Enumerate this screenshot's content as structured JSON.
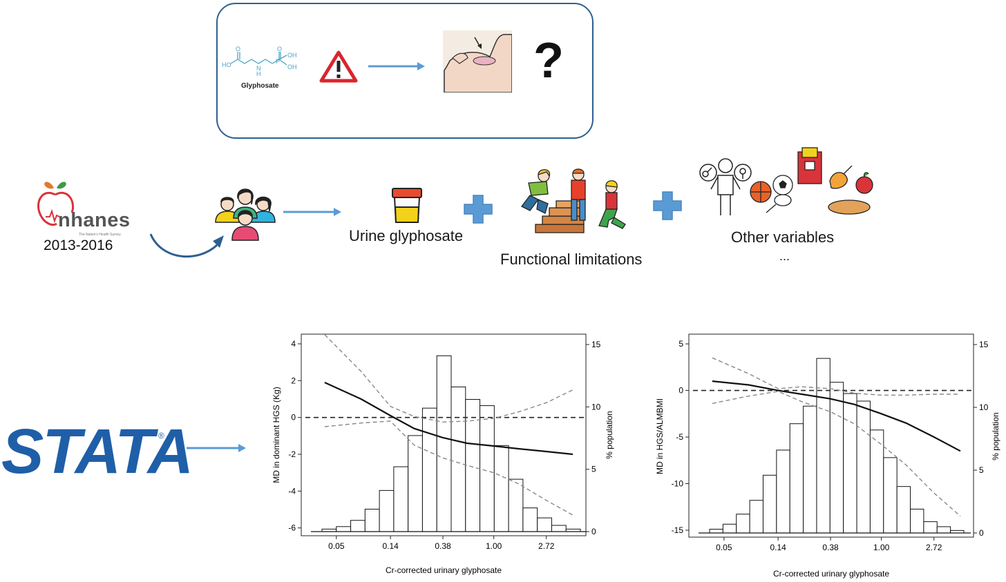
{
  "research_question": {
    "compound_label": "Glyphosate",
    "question_mark": "?"
  },
  "data_source": {
    "logo_text": "nhanes",
    "logo_subtitle": "The Nation's Health Survey",
    "years": "2013-2016"
  },
  "measures": {
    "urine_label": "Urine glyphosate",
    "functional_label": "Functional limitations",
    "other_label": "Other variables",
    "ellipsis": "..."
  },
  "software": {
    "logo_text": "STATA",
    "registered": "®"
  },
  "colors": {
    "arrow_blue": "#5b9bd5",
    "plus_blue": "#5b9bd5",
    "stata_blue": "#1f5fa8",
    "box_border": "#2f5f8f",
    "nhanes_red": "#d9343a",
    "nhanes_gray": "#555555",
    "warning_red": "#d9262c"
  },
  "icons": [
    "glyphosate-molecule-icon",
    "warning-triangle-icon",
    "arm-muscle-icon",
    "people-group-icon",
    "urine-cup-icon",
    "plus-icon",
    "stairs-people-icon",
    "other-variables-icon",
    "curved-arrow-icon",
    "right-arrow-icon"
  ],
  "chart_data": [
    {
      "type": "bar",
      "xlabel": "Cr-corrected urinary glyphosate",
      "ylabel": "MD in dominant HGS (Kg)",
      "y2label": "% population",
      "x_ticks": [
        "0.05",
        "0.14",
        "0.38",
        "1.00",
        "2.72"
      ],
      "y_ticks": [
        4,
        2,
        0,
        -2,
        -4,
        -6
      ],
      "y2_ticks": [
        15,
        10,
        5,
        0
      ],
      "ylim": [
        -6.2,
        4.3
      ],
      "y2lim": [
        0,
        15.5
      ],
      "histogram_pct": [
        0.2,
        0.4,
        0.9,
        1.8,
        3.3,
        5.2,
        7.7,
        9.9,
        14.1,
        11.6,
        10.6,
        10.1,
        6.9,
        4.2,
        1.9,
        1.1,
        0.5,
        0.2
      ],
      "estimate_curve": {
        "x": [
          0.04,
          0.08,
          0.14,
          0.22,
          0.38,
          0.6,
          1.0,
          1.6,
          2.72,
          4.5
        ],
        "y": [
          1.9,
          1.0,
          0.1,
          -0.6,
          -1.1,
          -1.4,
          -1.55,
          -1.7,
          -1.85,
          -2.0
        ]
      },
      "ci_upper": {
        "x": [
          0.04,
          0.08,
          0.14,
          0.22,
          0.38,
          0.6,
          1.0,
          1.6,
          2.72,
          4.5
        ],
        "y": [
          4.5,
          2.5,
          0.6,
          0.05,
          -0.25,
          -0.2,
          -0.05,
          0.3,
          0.8,
          1.5
        ]
      },
      "ci_lower": {
        "x": [
          0.04,
          0.08,
          0.14,
          0.22,
          0.38,
          0.6,
          1.0,
          1.6,
          2.72,
          4.5
        ],
        "y": [
          -0.5,
          -0.3,
          -0.2,
          -1.5,
          -2.2,
          -2.6,
          -3.0,
          -3.6,
          -4.5,
          -5.3
        ]
      },
      "reference_line": 0
    },
    {
      "type": "bar",
      "xlabel": "Cr-corrected urinary glyphosate",
      "ylabel": "MD in HGS/ALMBMI",
      "y2label": "% population",
      "x_ticks": [
        "0.05",
        "0.14",
        "0.38",
        "1.00",
        "2.72"
      ],
      "y_ticks": [
        5,
        0,
        -5,
        -10,
        -15
      ],
      "y2_ticks": [
        15,
        10,
        5,
        0
      ],
      "ylim": [
        -15.3,
        5.6
      ],
      "y2lim": [
        0,
        15.5
      ],
      "histogram_pct": [
        0.3,
        0.7,
        1.5,
        2.6,
        4.6,
        6.6,
        8.7,
        10.1,
        13.9,
        12.0,
        11.1,
        10.5,
        8.2,
        6.0,
        3.7,
        1.9,
        0.9,
        0.5,
        0.2
      ],
      "estimate_curve": {
        "x": [
          0.04,
          0.08,
          0.14,
          0.22,
          0.38,
          0.6,
          1.0,
          1.6,
          2.72,
          4.5
        ],
        "y": [
          1.0,
          0.6,
          0.0,
          -0.4,
          -0.9,
          -1.5,
          -2.5,
          -3.5,
          -5.0,
          -6.5
        ]
      },
      "ci_upper": {
        "x": [
          0.04,
          0.08,
          0.14,
          0.22,
          0.38,
          0.6,
          1.0,
          1.6,
          2.72,
          4.5
        ],
        "y": [
          3.5,
          1.8,
          0.2,
          0.4,
          0.2,
          -0.3,
          -0.5,
          -0.5,
          -0.4,
          -0.4
        ]
      },
      "ci_lower": {
        "x": [
          0.04,
          0.08,
          0.14,
          0.22,
          0.38,
          0.6,
          1.0,
          1.6,
          2.72,
          4.5
        ],
        "y": [
          -1.4,
          -0.6,
          -0.1,
          -1.2,
          -2.3,
          -3.6,
          -5.8,
          -8.0,
          -11.0,
          -13.5
        ]
      },
      "reference_line": 0
    }
  ]
}
